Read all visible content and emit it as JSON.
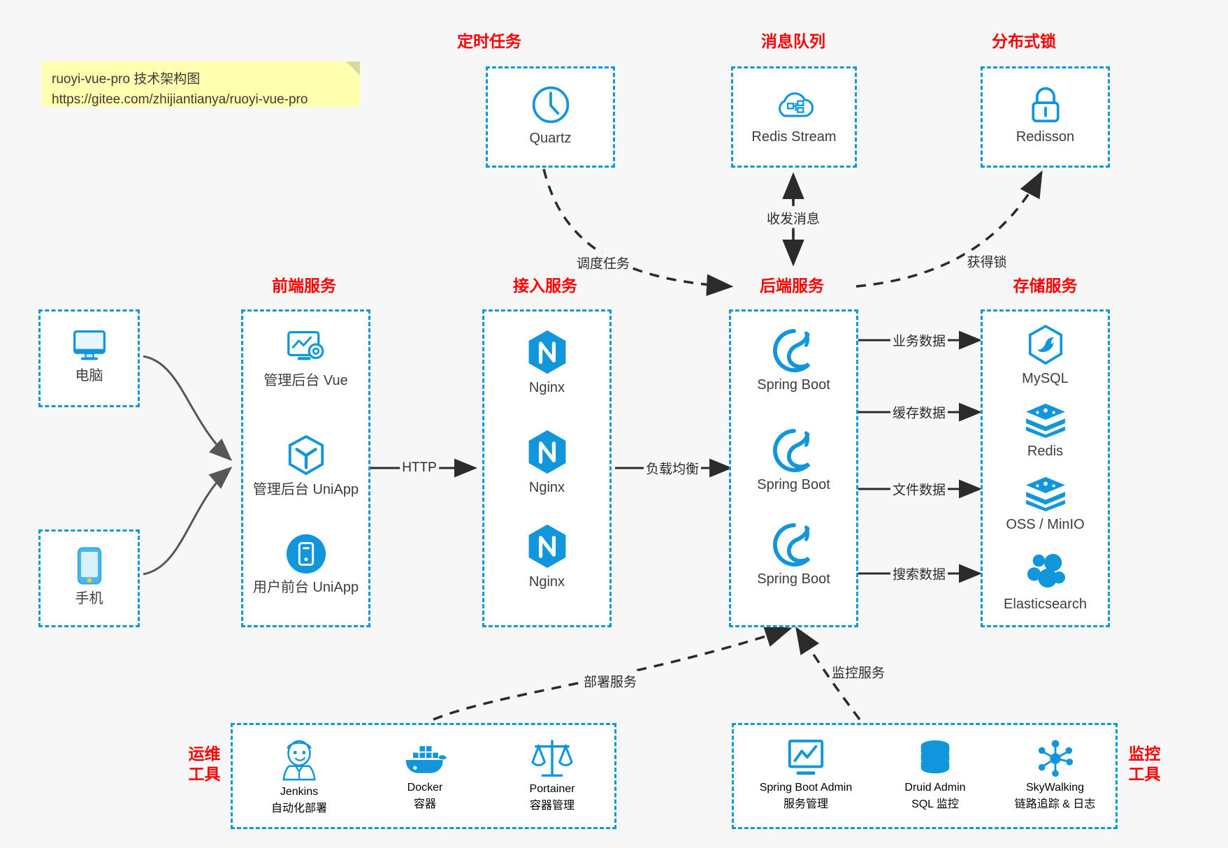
{
  "note": {
    "line1": "ruoyi-vue-pro 技术架构图",
    "line2": "https://gitee.com/zhijiantianya/ruoyi-vue-pro"
  },
  "colors": {
    "accent": "#1296db",
    "title": "#ff0000",
    "text": "#3d3d3d",
    "edge": "#2b2b2b",
    "background": "#f7f7f7",
    "note_bg": "#ffffaf"
  },
  "clients": {
    "computer": {
      "label": "电脑",
      "icon": "monitor-icon"
    },
    "phone": {
      "label": "手机",
      "icon": "smartphone-icon"
    }
  },
  "groups": {
    "scheduler": {
      "title": "定时任务",
      "items": [
        {
          "label": "Quartz",
          "icon": "clock-icon"
        }
      ]
    },
    "mq": {
      "title": "消息队列",
      "items": [
        {
          "label": "Redis Stream",
          "icon": "cloud-stream-icon"
        }
      ]
    },
    "lock": {
      "title": "分布式锁",
      "items": [
        {
          "label": "Redisson",
          "icon": "padlock-icon"
        }
      ]
    },
    "frontend": {
      "title": "前端服务",
      "items": [
        {
          "label": "管理后台 Vue",
          "icon": "dashboard-gear-icon"
        },
        {
          "label": "管理后台 UniApp",
          "icon": "cube-icon"
        },
        {
          "label": "用户前台 UniApp",
          "icon": "mobile-circle-icon"
        }
      ]
    },
    "gateway": {
      "title": "接入服务",
      "items": [
        {
          "label": "Nginx",
          "icon": "nginx-icon"
        },
        {
          "label": "Nginx",
          "icon": "nginx-icon"
        },
        {
          "label": "Nginx",
          "icon": "nginx-icon"
        }
      ]
    },
    "backend": {
      "title": "后端服务",
      "items": [
        {
          "label": "Spring Boot",
          "icon": "spring-icon"
        },
        {
          "label": "Spring Boot",
          "icon": "spring-icon"
        },
        {
          "label": "Spring Boot",
          "icon": "spring-icon"
        }
      ]
    },
    "storage": {
      "title": "存储服务",
      "items": [
        {
          "label": "MySQL",
          "icon": "mysql-icon"
        },
        {
          "label": "Redis",
          "icon": "redis-icon"
        },
        {
          "label": "OSS / MinIO",
          "icon": "redis-icon"
        },
        {
          "label": "Elasticsearch",
          "icon": "elasticsearch-icon"
        }
      ]
    },
    "devops": {
      "title": "运维\n工具",
      "items": [
        {
          "label": "Jenkins",
          "sub": "自动化部署",
          "icon": "jenkins-icon"
        },
        {
          "label": "Docker",
          "sub": "容器",
          "icon": "docker-icon"
        },
        {
          "label": "Portainer",
          "sub": "容器管理",
          "icon": "scales-icon"
        }
      ]
    },
    "monitoring": {
      "title": "监控\n工具",
      "items": [
        {
          "label": "Spring Boot Admin",
          "sub": "服务管理",
          "icon": "monitor-chart-icon"
        },
        {
          "label": "Druid Admin",
          "sub": "SQL 监控",
          "icon": "database-icon"
        },
        {
          "label": "SkyWalking",
          "sub": "链路追踪 & 日志",
          "icon": "skywalking-icon"
        }
      ]
    }
  },
  "edges": [
    {
      "name": "edge-scheduler-backend",
      "label": "调度任务"
    },
    {
      "name": "edge-mq-backend",
      "label": "收发消息"
    },
    {
      "name": "edge-backend-lock",
      "label": "获得锁"
    },
    {
      "name": "edge-frontend-gateway",
      "label": "HTTP"
    },
    {
      "name": "edge-gateway-backend",
      "label": "负载均衡"
    },
    {
      "name": "edge-backend-mysql",
      "label": "业务数据"
    },
    {
      "name": "edge-backend-redis",
      "label": "缓存数据"
    },
    {
      "name": "edge-backend-oss",
      "label": "文件数据"
    },
    {
      "name": "edge-backend-es",
      "label": "搜索数据"
    },
    {
      "name": "edge-devops-backend",
      "label": "部署服务"
    },
    {
      "name": "edge-monitoring-backend",
      "label": "监控服务"
    }
  ]
}
